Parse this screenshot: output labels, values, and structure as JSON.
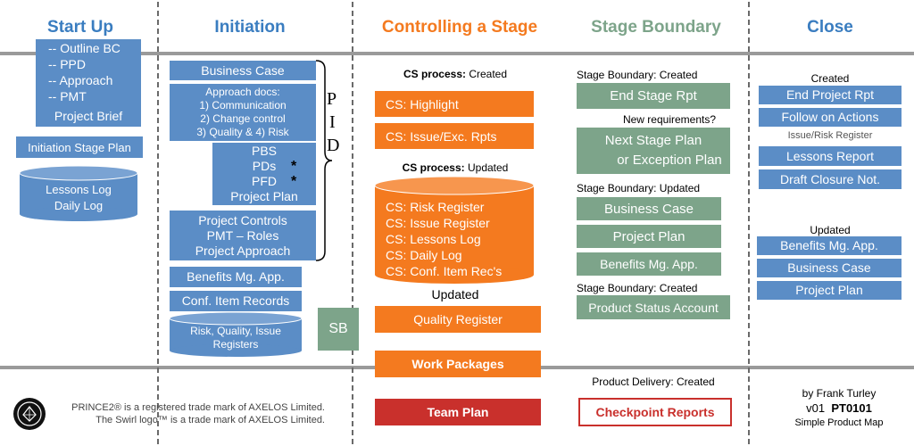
{
  "headers": {
    "start_up": "Start Up",
    "initiation": "Initiation",
    "controlling": "Controlling a Stage",
    "boundary": "Stage Boundary",
    "close": "Close"
  },
  "colors": {
    "start_up": "#3a7dc0",
    "initiation": "#3a7dc0",
    "controlling": "#f47a1f",
    "boundary": "#7da48a",
    "close": "#3a7dc0",
    "blue_box": "#5b8dc6",
    "green_box": "#7da48a",
    "orange_box": "#f47a1f",
    "red_box": "#c9302c"
  },
  "start_up": {
    "list": [
      "-- Outline BC",
      "-- PPD",
      "-- Approach",
      "-- PMT"
    ],
    "project_brief": "Project Brief",
    "initiation_stage_plan": "Initiation Stage Plan",
    "logs": [
      "Lessons Log",
      "Daily Log"
    ]
  },
  "initiation": {
    "business_case": "Business Case",
    "approach_docs": [
      "Approach docs:",
      "1) Communication",
      "2) Change control",
      "3) Quality & 4) Risk"
    ],
    "products": [
      "PBS",
      "PDs",
      "PFD",
      "Project Plan"
    ],
    "star": "*",
    "controls": [
      "Project Controls",
      "PMT – Roles",
      "Project Approach"
    ],
    "benefits": "Benefits Mg. App.",
    "conf_items": "Conf. Item Records",
    "registers": [
      "Risk, Quality, Issue",
      "Registers"
    ],
    "pid": [
      "P",
      "I",
      "D"
    ],
    "sb": "SB"
  },
  "controlling": {
    "created_bold": "CS process:",
    "created_rest": " Created",
    "highlight": "CS:  Highlight",
    "issue_exc": "CS:  Issue/Exc. Rpts",
    "updated_bold": "CS process:",
    "updated_rest": " Updated",
    "registers": [
      "CS: Risk Register",
      "CS: Issue  Register",
      "CS: Lessons Log",
      "CS: Daily Log",
      "CS: Conf. Item Rec's"
    ],
    "updated": "Updated",
    "quality_register": "Quality Register",
    "work_packages": "Work Packages",
    "team_plan": "Team Plan"
  },
  "boundary": {
    "created_label": "Stage Boundary: Created",
    "end_stage_rpt": "End Stage Rpt",
    "new_requirements": "New requirements?",
    "next_stage_plan": "Next Stage Plan",
    "exception_plan": "or Exception Plan",
    "updated_label": "Stage Boundary: Updated",
    "business_case": "Business Case",
    "project_plan": "Project  Plan",
    "benefits": "Benefits Mg. App.",
    "created_label_2": "Stage Boundary: Created",
    "product_status": "Product Status Account",
    "product_delivery": "Product Delivery: Created",
    "checkpoint": "Checkpoint Reports"
  },
  "close": {
    "created": "Created",
    "end_project_rpt": "End Project Rpt",
    "follow_on": "Follow on Actions",
    "issue_risk_register": "Issue/Risk Register",
    "lessons_report": "Lessons Report",
    "draft_closure": "Draft Closure Not.",
    "updated": "Updated",
    "benefits": "Benefits Mg. App.",
    "business_case": "Business Case",
    "project_plan": "Project Plan"
  },
  "footer": {
    "trademark_1": "PRINCE2® is a registered trade mark of AXELOS Limited.",
    "trademark_2": "The Swirl logo™ is a trade mark of AXELOS Limited.",
    "author": "by Frank Turley",
    "version": "v01",
    "code": "PT0101",
    "subtitle": "Simple Product Map"
  }
}
